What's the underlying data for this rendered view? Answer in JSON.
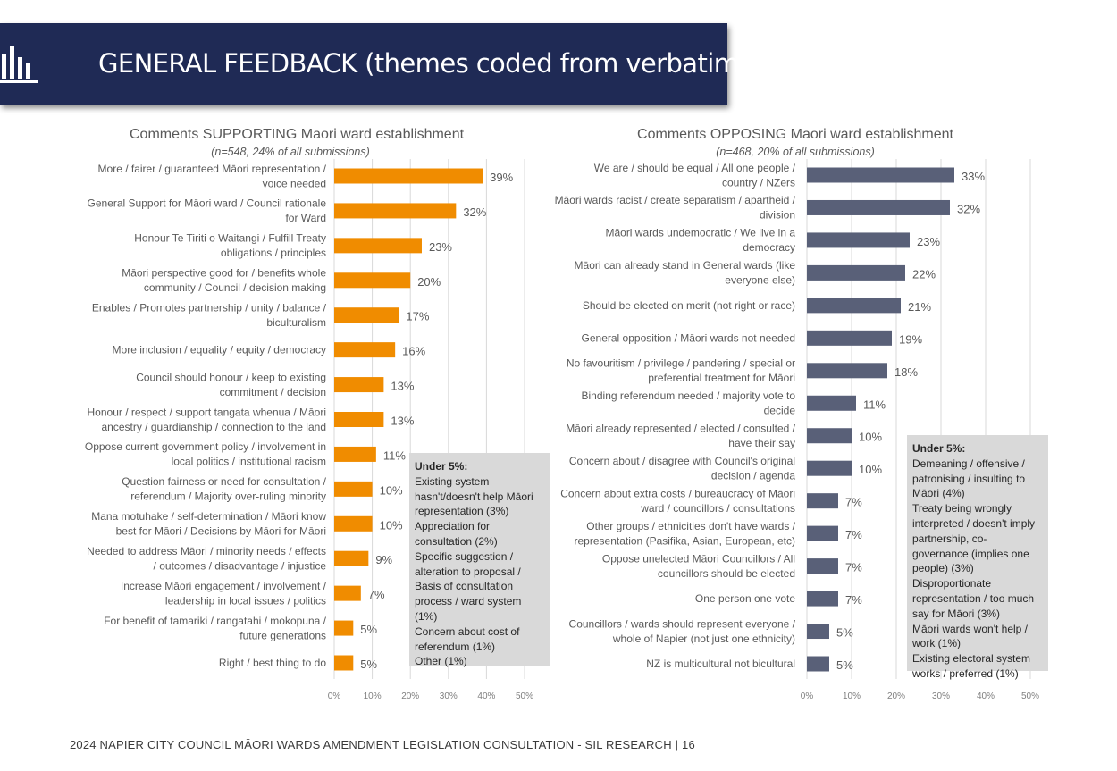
{
  "header": {
    "title": "GENERAL FEEDBACK (themes coded from verbatim)",
    "icon": "bar-chart-icon"
  },
  "chart_data": [
    {
      "type": "bar",
      "orientation": "horizontal",
      "title": "Comments SUPPORTING Maori ward establishment",
      "subtitle": "(n=548, 24% of all submissions)",
      "categories": [
        "More / fairer / guaranteed Māori representation / voice needed",
        "General Support for Māori ward / Council rationale for Ward",
        "Honour Te Tiriti o Waitangi / Fulfill Treaty obligations / principles",
        "Māori perspective good for / benefits whole community / Council / decision making",
        "Enables / Promotes partnership / unity / balance / biculturalism",
        "More inclusion / equality / equity / democracy",
        "Council should honour / keep to existing commitment / decision",
        "Honour / respect / support tangata whenua / Māori ancestry / guardianship / connection to the land",
        "Oppose current government policy / involvement in local politics / institutional racism",
        "Question fairness or need for consultation / referendum / Majority over-ruling minority",
        "Mana motuhake / self-determination / Māori know best for Māori / Decisions by Māori for Māori",
        "Needed to address Māori / minority needs / effects / outcomes / disadvantage / injustice",
        "Increase Māori engagement / involvement / leadership in local issues / politics",
        "For benefit of tamariki / rangatahi / mokopuna / future generations",
        "Right / best thing to do"
      ],
      "category_lines": [
        [
          "More / fairer / guaranteed Māori representation /",
          "voice needed"
        ],
        [
          "General Support for Māori ward / Council rationale",
          "for Ward"
        ],
        [
          "Honour Te Tiriti o Waitangi / Fulfill Treaty",
          "obligations / principles"
        ],
        [
          "Māori perspective good for / benefits whole",
          "community / Council / decision making"
        ],
        [
          "Enables / Promotes partnership / unity / balance /",
          "biculturalism"
        ],
        [
          "More inclusion / equality / equity / democracy"
        ],
        [
          "Council should honour / keep to existing",
          "commitment / decision"
        ],
        [
          "Honour / respect / support tangata whenua / Māori",
          "ancestry / guardianship / connection to the land"
        ],
        [
          "Oppose current government policy / involvement in",
          "local politics / institutional racism"
        ],
        [
          "Question fairness or need for consultation /",
          "referendum / Majority over-ruling minority"
        ],
        [
          "Mana motuhake / self-determination / Māori know",
          "best for Māori / Decisions by Māori for Māori"
        ],
        [
          "Needed to address Māori / minority needs / effects",
          "/ outcomes / disadvantage / injustice"
        ],
        [
          "Increase Māori engagement / involvement /",
          "leadership in local issues / politics"
        ],
        [
          "For benefit of tamariki / rangatahi / mokopuna /",
          "future generations"
        ],
        [
          "Right / best thing to do"
        ]
      ],
      "values": [
        39,
        32,
        23,
        20,
        17,
        16,
        13,
        13,
        11,
        10,
        10,
        9,
        7,
        5,
        5
      ],
      "value_labels": [
        "39%",
        "32%",
        "23%",
        "20%",
        "17%",
        "16%",
        "13%",
        "13%",
        "11%",
        "10%",
        "10%",
        "9%",
        "7%",
        "5%",
        "5%"
      ],
      "xlim": [
        0,
        50
      ],
      "xticks": [
        "0%",
        "10%",
        "20%",
        "30%",
        "40%",
        "50%"
      ],
      "grid": true,
      "color": "#f08c00"
    },
    {
      "type": "bar",
      "orientation": "horizontal",
      "title": "Comments OPPOSING Maori ward establishment",
      "subtitle": "(n=468, 20% of all submissions)",
      "categories": [
        "We are / should be equal / All one people / country / NZers",
        "Māori wards racist / create separatism / apartheid / division",
        "Māori wards undemocratic / We live in a democracy",
        "Māori can already stand in General wards (like everyone else)",
        "Should be elected on merit (not right or race)",
        "General opposition / Māori wards not needed",
        "No favouritism / privilege / pandering / special or preferential treatment for Māori",
        "Binding referendum needed / majority vote to decide",
        "Māori already represented / elected / consulted / have their say",
        "Concern about / disagree with Council's original decision / agenda",
        "Concern about extra costs / bureaucracy of Māori ward / councillors / consultations",
        "Other groups / ethnicities don't have wards / representation (Pasifika, Asian, European, etc)",
        "Oppose unelected Māori Councillors / All councillors should be elected",
        "One person one vote",
        "Councillors / wards should represent everyone / whole of Napier (not just one ethnicity)",
        "NZ is multicultural not bicultural"
      ],
      "category_lines": [
        [
          "We are / should be equal / All one people /",
          "country / NZers"
        ],
        [
          "Māori wards racist / create separatism / apartheid /",
          "division"
        ],
        [
          "Māori wards undemocratic / We live in a",
          "democracy"
        ],
        [
          "Māori can already stand in General wards (like",
          "everyone else)"
        ],
        [
          "Should be elected on merit (not right or race)"
        ],
        [
          "General opposition / Māori wards not needed"
        ],
        [
          "No favouritism / privilege / pandering / special or",
          "preferential treatment for Māori"
        ],
        [
          "Binding referendum needed / majority vote to",
          "decide"
        ],
        [
          "Māori already represented / elected / consulted /",
          "have their say"
        ],
        [
          "Concern about / disagree with Council's original",
          "decision / agenda"
        ],
        [
          "Concern about extra costs / bureaucracy of Māori",
          "ward / councillors / consultations"
        ],
        [
          "Other groups / ethnicities don't have wards /",
          "representation (Pasifika, Asian, European, etc)"
        ],
        [
          "Oppose unelected Māori Councillors / All",
          "councillors should be elected"
        ],
        [
          "One person one vote"
        ],
        [
          "Councillors / wards should represent everyone /",
          "whole of Napier (not just one ethnicity)"
        ],
        [
          "NZ is multicultural not bicultural"
        ]
      ],
      "values": [
        33,
        32,
        23,
        22,
        21,
        19,
        18,
        11,
        10,
        10,
        7,
        7,
        7,
        7,
        5,
        5
      ],
      "value_labels": [
        "33%",
        "32%",
        "23%",
        "22%",
        "21%",
        "19%",
        "18%",
        "11%",
        "10%",
        "10%",
        "7%",
        "7%",
        "7%",
        "7%",
        "5%",
        "5%"
      ],
      "xlim": [
        0,
        50
      ],
      "xticks": [
        "0%",
        "10%",
        "20%",
        "30%",
        "40%",
        "50%"
      ],
      "grid": true,
      "color": "#596078"
    }
  ],
  "notes": {
    "support": {
      "title": "Under 5%:",
      "items": [
        "Existing system hasn't/doesn't help Māori representation (3%)",
        "Appreciation for consultation (2%)",
        "Specific suggestion / alteration to proposal / Basis of consultation process / ward system (1%)",
        "Concern about cost of referendum (1%)",
        "Other (1%)"
      ]
    },
    "oppose": {
      "title": "Under 5%:",
      "items": [
        "Demeaning / offensive / patronising / insulting to Māori (4%)",
        "Treaty being wrongly interpreted / doesn't imply partnership, co-governance (implies one people) (3%)",
        "Disproportionate representation / too much say for Māori (3%)",
        "Māori wards won't help / work (1%)",
        "Existing electoral system works / preferred (1%)"
      ]
    }
  },
  "footer": {
    "text": "2024 NAPIER CITY COUNCIL MĀORI WARDS AMENDMENT LEGISLATION CONSULTATION - SIL RESEARCH | 16"
  }
}
